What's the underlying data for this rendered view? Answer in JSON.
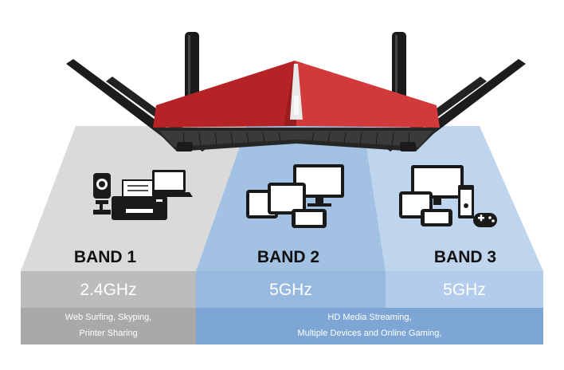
{
  "bands": [
    {
      "title": "BAND 1",
      "frequency": "2.4GHz",
      "description": [
        "Web Surfing, Skyping,",
        "Printer Sharing"
      ]
    },
    {
      "title": "BAND 2",
      "frequency": "5GHz"
    },
    {
      "title": "BAND 3",
      "frequency": "5GHz"
    }
  ],
  "shared_description": [
    "HD Media Streaming,",
    "Multiple Devices and Online Gaming,"
  ],
  "colors": {
    "band1_panel": "#d9d9d9",
    "band1_strip": "#bdbdbd",
    "band2_panel": "#9fbfe2",
    "band3_panel": "#bcd2ec",
    "desc_blue": "#7ea6d5",
    "router_red": "#c4282b"
  },
  "icons": {
    "band1": [
      "webcam-icon",
      "printer-icon",
      "laptop-icon"
    ],
    "band2": [
      "tablet-icon",
      "monitor-icon",
      "smartphone-icon"
    ],
    "band3": [
      "monitor-icon",
      "tablet-icon",
      "game-console-icon",
      "gamepad-icon"
    ]
  }
}
